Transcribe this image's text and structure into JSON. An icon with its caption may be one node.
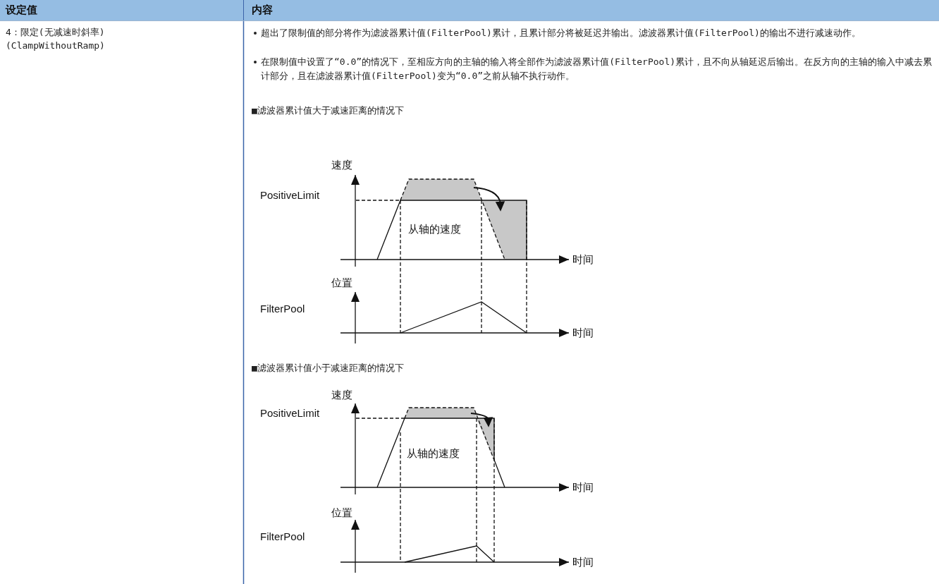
{
  "diagram": {
    "labels": [
      "设定值",
      "内容",
      "4：限定(无减速时斜率)",
      "(ClampWithoutRamp)",
      "超出了限制值的部分将作为滤波器累计值(FilterPool)累计，且累计部分将被延迟并输出。滤波器累计值(FilterPool)的输出不进行减速动作。",
      "在限制值中设置了“0.0”的情况下，至相应方向的主轴的输入将全部作为滤波器累计值(FilterPool)累计，且不向从轴延迟后输出。在反方向的主轴的输入中减去累计部分，且在滤波器累计值(FilterPool)变为“0.0”之前从轴不执行动作。",
      "■滤波器累计值大于减速距离的情况下",
      "速度",
      "PositiveLimit",
      "从轴的速度",
      "时间",
      "位置",
      "FilterPool",
      "时间",
      "■滤波器累计值小于减速距离的情况下",
      "速度",
      "PositiveLimit",
      "从轴的速度",
      "时间",
      "位置",
      "FilterPool",
      "时间"
    ]
  }
}
